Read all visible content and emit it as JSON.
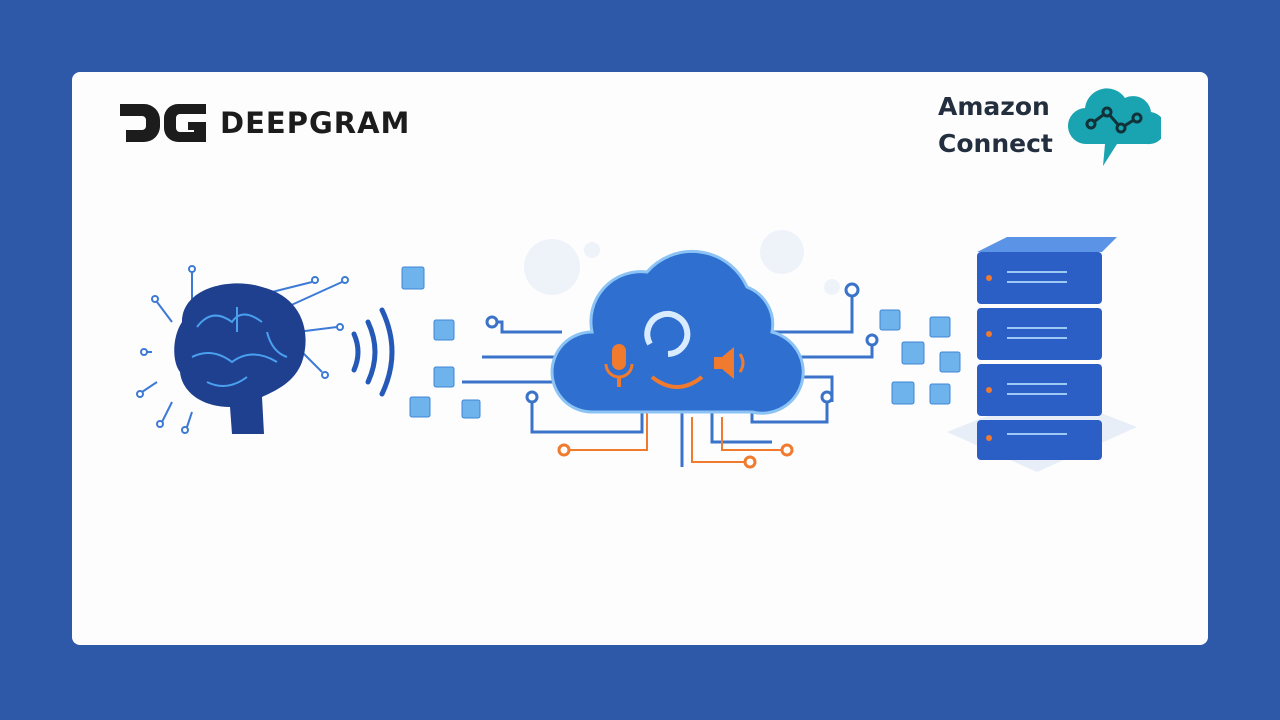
{
  "brands": {
    "deepgram": {
      "mark": "DG",
      "name": "DEEPGRAM"
    },
    "amazon_connect": {
      "line1": "Amazon",
      "line2": "Connect"
    }
  },
  "colors": {
    "background": "#2d59a8",
    "card": "#fdfdfe",
    "brain": "#1f4aa0",
    "cloud": "#2f6fd0",
    "accent_orange": "#f07a2e",
    "amazon_teal": "#1aa3b0",
    "server": "#2c5fc6"
  }
}
